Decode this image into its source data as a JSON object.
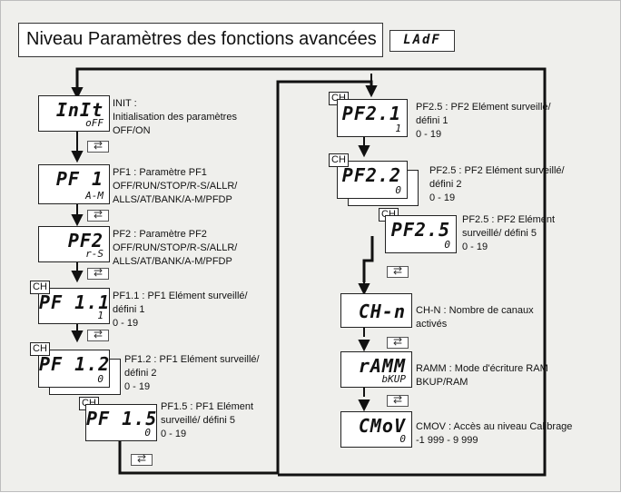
{
  "header": {
    "title": "Niveau Paramètres des fonctions avancées",
    "code": "LAdF"
  },
  "left_column": [
    {
      "display": "InIt",
      "sub": "oFF",
      "lines": [
        "INIT :",
        "Initialisation des paramètres",
        "OFF/ON"
      ]
    },
    {
      "display": "PF 1",
      "sub": "A-M",
      "lines": [
        "PF1 : Paramètre PF1",
        "OFF/RUN/STOP/R-S/ALLR/",
        "ALLS/AT/BANK/A-M/PFDP"
      ]
    },
    {
      "display": "PF2",
      "sub": "r-S",
      "lines": [
        "PF2 : Paramètre PF2",
        "OFF/RUN/STOP/R-S/ALLR/",
        "ALLS/AT/BANK/A-M/PFDP"
      ]
    },
    {
      "display": "PF 1.1",
      "sub": "1",
      "ch": "CH",
      "lines": [
        "PF1.1 : PF1 Elément surveillé/",
        "défini 1",
        "0 - 19"
      ]
    },
    {
      "display": "PF 1.2",
      "sub": "0",
      "ch": "CH",
      "lines": [
        "PF1.2 : PF1 Elément surveillé/",
        "défini 2",
        "0 - 19"
      ]
    },
    {
      "display": "PF 1.5",
      "sub": "0",
      "ch": "CH",
      "lines": [
        "PF1.5 : PF1 Elément",
        "surveillé/ défini 5",
        "0 - 19"
      ]
    }
  ],
  "right_column": [
    {
      "display": "PF2.1",
      "sub": "1",
      "ch": "CH",
      "lines": [
        "PF2.5 : PF2 Elément surveillé/",
        "défini 1",
        "0 - 19"
      ]
    },
    {
      "display": "PF2.2",
      "sub": "0",
      "ch": "CH",
      "lines": [
        "PF2.5 : PF2 Elément surveillé/",
        "défini 2",
        "0 - 19"
      ]
    },
    {
      "display": "PF2.5",
      "sub": "0",
      "ch": "CH",
      "lines": [
        "PF2.5 : PF2 Elément",
        "surveillé/ défini 5",
        "0 - 19"
      ]
    },
    {
      "display": "CH-n",
      "sub": "",
      "lines": [
        "CH-N : Nombre de canaux",
        "activés"
      ]
    },
    {
      "display": "rAMM",
      "sub": "bKUP",
      "lines": [
        "RAMM : Mode d'écriture RAM",
        "BKUP/RAM"
      ]
    },
    {
      "display": "CMoV",
      "sub": "0",
      "lines": [
        "CMOV : Accès au niveau Calibrage",
        "-1 999 - 9 999"
      ]
    }
  ],
  "icons": {
    "key": "mode-key-icon",
    "arrow": "down-arrow-icon"
  },
  "colors": {
    "background": "#efefec",
    "line": "#111111"
  }
}
